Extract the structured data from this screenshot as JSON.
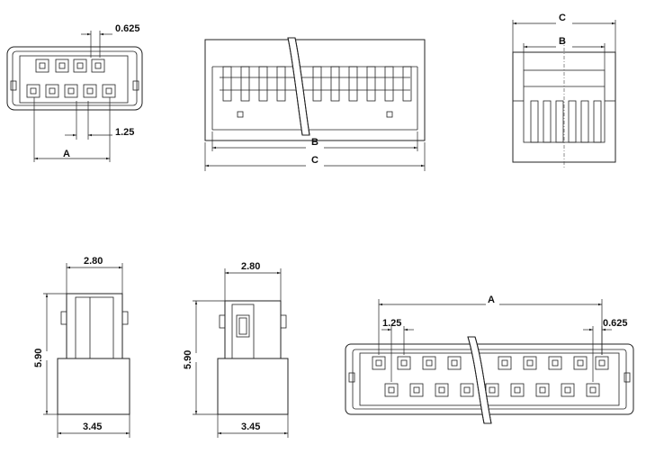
{
  "labels": {
    "tl_pitch_small": "0.625",
    "tl_pitch_large": "1.25",
    "tl_a": "A",
    "tc_b": "B",
    "tc_c": "C",
    "tr_c": "C",
    "tr_b": "B",
    "bl1_width_top": "2.80",
    "bl1_height": "5.90",
    "bl1_width_bottom": "3.45",
    "bl2_width_top": "2.80",
    "bl2_height": "5.90",
    "bl2_width_bottom": "3.45",
    "br_a": "A",
    "br_pitch_large": "1.25",
    "br_pitch_small": "0.625"
  }
}
